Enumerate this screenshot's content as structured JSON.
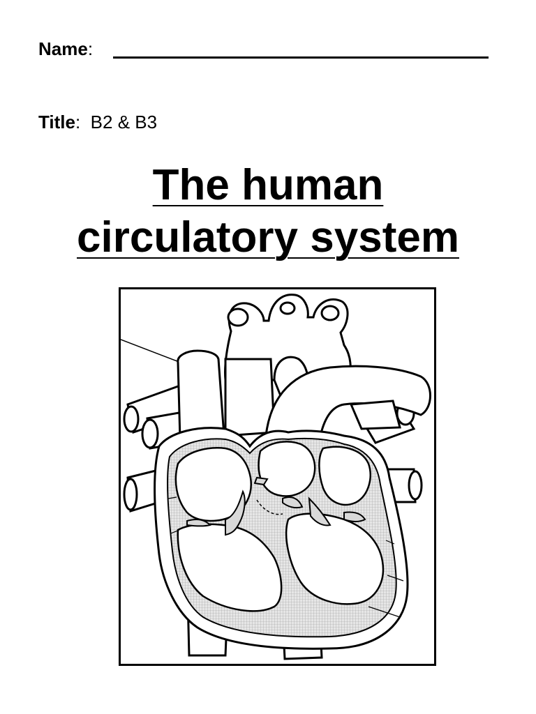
{
  "header": {
    "name_label": "Name",
    "name_colon": ":",
    "title_label": "Title",
    "title_colon": ":",
    "title_value": "B2 & B3"
  },
  "main_title": {
    "line1": "The human",
    "line2": "circulatory system"
  },
  "diagram": {
    "icon": "heart-diagram-icon",
    "muscle_fill": "#d9d9d9",
    "outline_color": "#000000"
  }
}
